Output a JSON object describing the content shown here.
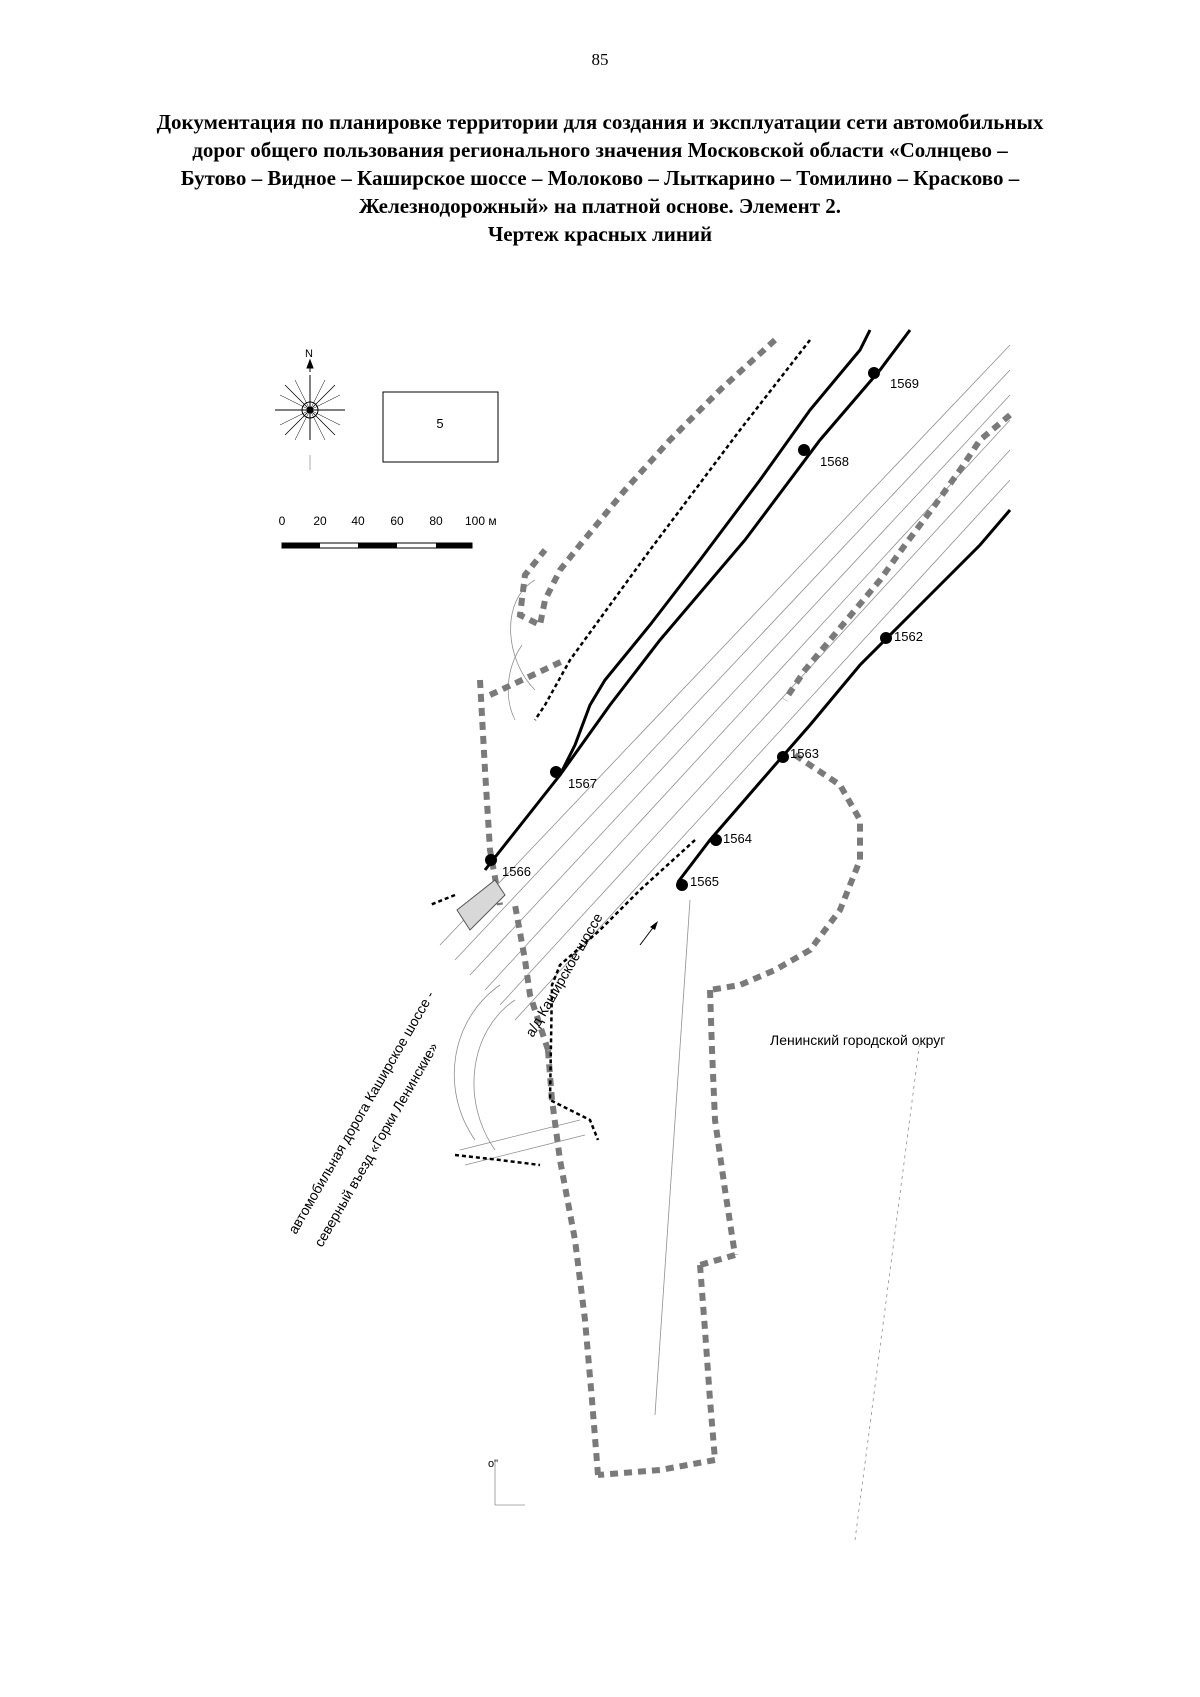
{
  "page_number": "85",
  "title_lines": [
    "Документация по планировке территории для создания и эксплуатации сети автомобильных",
    "дорог общего пользования регионального значения Московской области «Солнцево –",
    "Бутово – Видное – Каширское шоссе – Молоково – Лыткарино – Томилино – Красково –",
    "Железнодорожный» на платной основе. Элемент 2.",
    "Чертеж красных линий"
  ],
  "compass": {
    "north_label": "N"
  },
  "sheet_index": "5",
  "scale_bar": {
    "ticks": [
      "0",
      "20",
      "40",
      "60",
      "80",
      "100 м"
    ]
  },
  "points": {
    "p1569": "1569",
    "p1568": "1568",
    "p1567": "1567",
    "p1566": "1566",
    "p1562": "1562",
    "p1563": "1563",
    "p1564": "1564",
    "p1565": "1565"
  },
  "labels": {
    "road_name_line1": "автомобильная дорога Каширское шоссе -",
    "road_name_line2": "северный въезд «Горки Ленинские»",
    "highway": "а/д Каширское шоссе",
    "district": "Ленинский городской округ",
    "fragment": "о\""
  },
  "colors": {
    "ink": "#000000",
    "boundary_dash": "#7a7a7a",
    "thin_line": "#9a9a9a"
  }
}
